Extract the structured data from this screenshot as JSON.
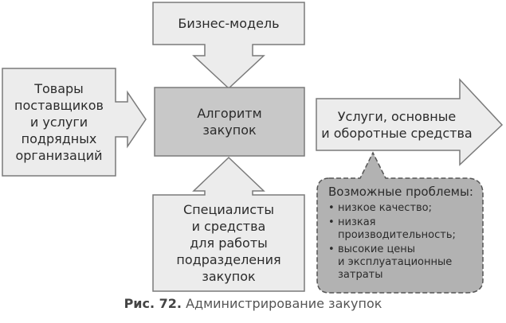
{
  "colors": {
    "box_fill": "#ececec",
    "center_fill": "#c8c8c8",
    "stroke": "#7a7a7a",
    "callout_fill": "#b2b2b2",
    "callout_stroke": "#555555"
  },
  "nodes": {
    "business_model": [
      "Бизнес-модель"
    ],
    "suppliers": [
      "Товары",
      "поставщиков",
      "и услуги",
      "подрядных",
      "организаций"
    ],
    "algorithm": [
      "Алгоритм",
      "закупок"
    ],
    "services": [
      "Услуги, основные",
      "и оборотные средства"
    ],
    "specialists": [
      "Специалисты",
      "и средства",
      "для работы",
      "подразделения",
      "закупок"
    ]
  },
  "problems": {
    "title": "Возможные проблемы:",
    "items": [
      [
        "низкое качество;"
      ],
      [
        "низкая",
        "производительность;"
      ],
      [
        "высокие цены",
        "и эксплуатационные",
        "затраты"
      ]
    ]
  },
  "caption": {
    "number": "Рис. 72.",
    "text": "Администрирование закупок"
  }
}
